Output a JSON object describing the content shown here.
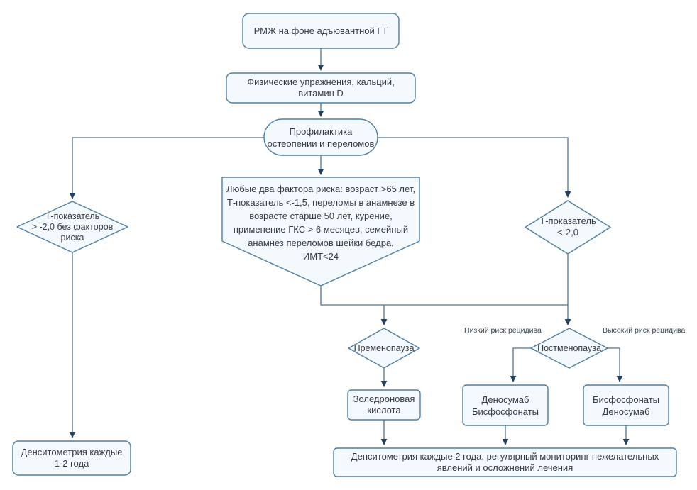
{
  "colors": {
    "node_border": "#4e7fa3",
    "node_fill": "#f3f9fd",
    "connector": "#53748e",
    "arrowhead": "#20405f",
    "text": "#343a41",
    "background": "#ffffff"
  },
  "nodes": {
    "start": {
      "label": "РМЖ на фоне адъювантной ГТ"
    },
    "supportive_care": {
      "label": "Физические упражнения, кальций,\nвитамин D"
    },
    "prevention": {
      "label": "Профилактика\nостеопении и переломов"
    },
    "risk_factors": {
      "label": "Любые два фактора риска: возраст >65 лет,\nТ-показатель <-1,5, переломы в анамнезе в\nвозрасте старше 50 лет, курение,\nприменение ГКС > 6 месяцев, семейный\nанамнез переломов шейки бедра,\nИМТ<24"
    },
    "t_score_normal": {
      "label": "Т-показатель\n> -2,0 без факторов\nриска"
    },
    "t_score_low": {
      "label": "Т-показатель\n<-2,0"
    },
    "premenopause": {
      "label": "Пременопауза"
    },
    "postmenopause": {
      "label": "Постменопауза"
    },
    "zoledronic_acid": {
      "label": "Золедроновая\nкислота"
    },
    "denosumab_bisphosphonates": {
      "label": "Деносумаб\nБисфосфонаты"
    },
    "bisphosphonates_denosumab": {
      "label": "Бисфосфонаты\nДеносумаб"
    },
    "densitometry_1_2_years": {
      "label": "Денситометрия каждые\n1-2 года"
    },
    "monitoring": {
      "label": "Денситометрия каждые 2 года, регулярный мониторинг нежелательных\nявлений и осложнений лечения"
    }
  },
  "edge_labels": {
    "low_risk": "Низкий риск рецидива",
    "high_risk": "Высокий риск рецидива"
  }
}
